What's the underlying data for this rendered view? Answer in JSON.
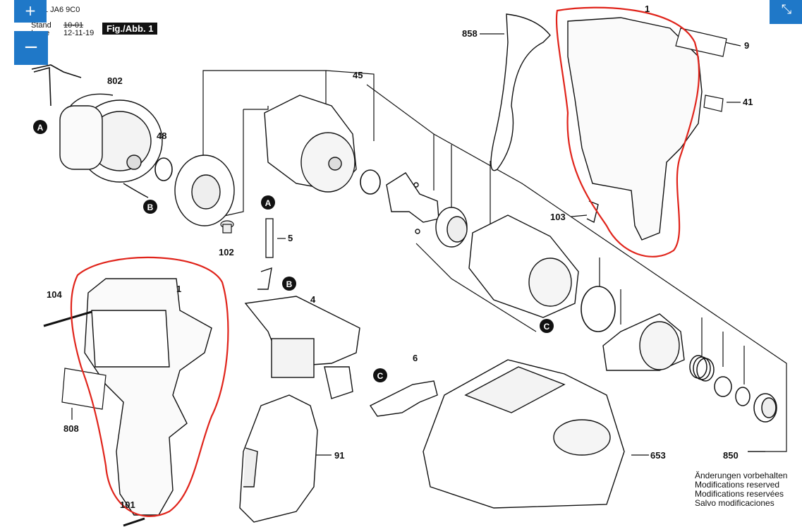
{
  "controls": {
    "zoom_in": "+",
    "zoom_out": "−",
    "fullscreen": "⤡"
  },
  "header": {
    "part_no": "1 JA6 9C0",
    "stand_label": "Stand",
    "issue_label": "Issue",
    "stand_value": "10-01",
    "issue_value": "12-11-19",
    "figure_label": "Fig./Abb. 1"
  },
  "labels": {
    "p858": "858",
    "p1_top": "1",
    "p9": "9",
    "p41": "41",
    "p45": "45",
    "p802": "802",
    "p48": "48",
    "p103": "103",
    "p102": "102",
    "p5": "5",
    "p104": "104",
    "p1_left": "1",
    "p4": "4",
    "p6": "6",
    "p808": "808",
    "p91": "91",
    "p653": "653",
    "p850": "850",
    "p101": "101"
  },
  "callouts": {
    "a1": "A",
    "a2": "A",
    "b1": "B",
    "b2": "B",
    "c1": "C",
    "c2": "C"
  },
  "footer": {
    "line1": "Änderungen vorbehalten",
    "line2": "Modifications reserved",
    "line3": "Modifications reservées",
    "line4": "Salvo modificaciones"
  },
  "colors": {
    "annotation": "#e0241b",
    "button": "#1f78c8",
    "ink": "#111111"
  }
}
